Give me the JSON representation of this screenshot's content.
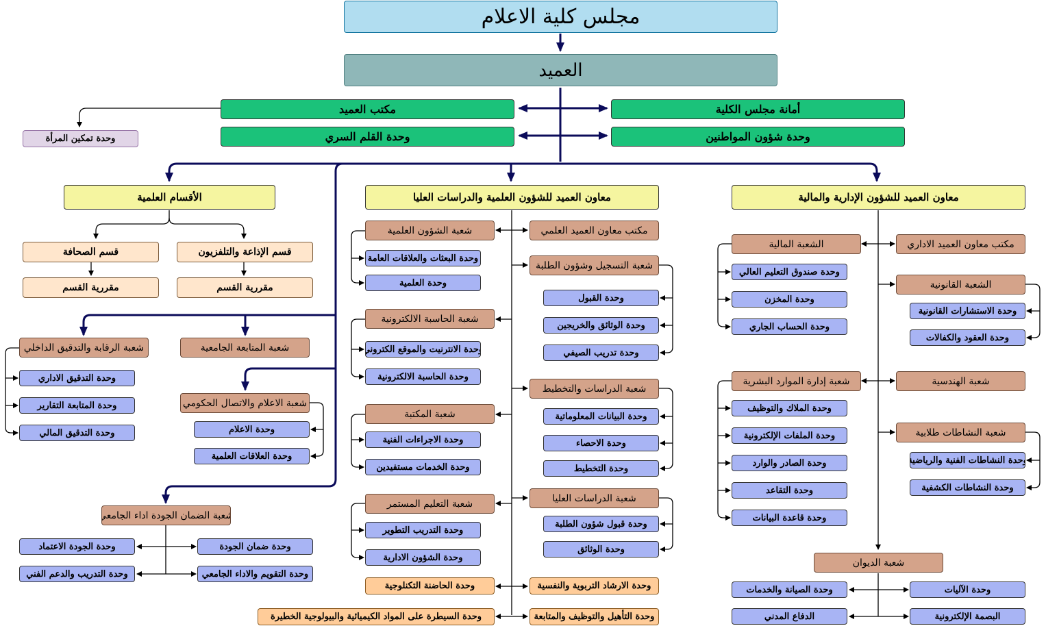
{
  "council": "مجلس كلية الاعلام",
  "dean": "العميد",
  "dean_office": "مكتب العميد",
  "council_secretariat": "أمانة مجلس الكلية",
  "confidential_unit": "وحدة القلم السري",
  "citizens_unit": "وحدة شؤون المواطنين",
  "women_unit": "وحدة تمكين المرأة",
  "scientific_depts": {
    "title": "الأقسام العلمية",
    "journalism": "قسم الصحافة",
    "broadcasting": "قسم الإذاعة والتلفزيون",
    "rapporteur": "مقررية القسم"
  },
  "sci_affairs": {
    "title": "معاون العميد للشؤون العلمية والدراسات العليا",
    "sci_office": "مكتب معاون العميد العلمي",
    "sci_section": "شعبة الشؤون العلمية",
    "sci_units": [
      "وحدة البعثات والعلاقات العامة",
      "وحدة العلمية"
    ],
    "registration": "شعبة التسجيل وشؤون الطلبة",
    "registration_units": [
      "وحدة القبول",
      "وحدة الوثائق والخريجين",
      "وحدة تدريب الصيفي"
    ],
    "computer": "شعبة الحاسبة الالكترونية",
    "computer_units": [
      "وحدة الانترنيت والموقع الكتروني",
      "وحدة الحاسبة الالكترونية"
    ],
    "studies": "شعبة الدراسات والتخطيط",
    "studies_units": [
      "وحدة البيانات المعلوماتية",
      "وحدة الاحصاء",
      "وحدة التخطيط"
    ],
    "library": "شعبة المكتبة",
    "library_units": [
      "وحدة الاجراءات الفنية",
      "وحدة الخدمات مستفيدين"
    ],
    "continuing": "شعبة التعليم المستمر",
    "continuing_units": [
      "وحدة التدريب التطوير",
      "وحدة الشؤون الادارية"
    ],
    "graduate": "شعبة الدراسات العليا",
    "graduate_units": [
      "وحدة قبول شؤون الطلبة",
      "وحدة الوثائق"
    ],
    "incubator": "وحدة الحاضنة التكنلوجية",
    "counseling": "وحدة الارشاد التربوية والنفسية",
    "rehab": "وحدة التأهيل والتوظيف والمتابعة",
    "hazard": "وحدة السيطرة على المواد الكيميائية والبيولوجية الخطيرة"
  },
  "left": {
    "followup": "شعبة المتابعة الجامعية",
    "audit": "شعبة الرقابة والتدقيق الداخلي",
    "audit_units": [
      "وحدة التدقيق الاداري",
      "وحدة المتابعة التقارير",
      "وحدة التدقيق المالي"
    ],
    "media": "شعبة الاعلام والاتصال الحكومي",
    "media_units": [
      "وحدة الاعلام",
      "وحدة العلاقات العلمية"
    ],
    "quality": "شعبة الضمان الجودة اداء الجامعي",
    "quality_units": [
      "وحدة ضمان الجودة",
      "وحدة الجودة الاعتماد",
      "وحدة التقويم والاداء الجامعي",
      "وحدة التدريب والدعم الفني"
    ]
  },
  "admin": {
    "title": "معاون العميد للشؤون الإدارية والمالية",
    "office": "مكتب معاون العميد الاداري",
    "finance": "الشعبة المالية",
    "finance_units": [
      "وحدة صندوق التعليم العالي",
      "وحدة المخزن",
      "وحدة الحساب الجاري"
    ],
    "legal": "الشعبة القانونية",
    "legal_units": [
      "وحدة الاستشارات القانونية",
      "وحدة العقود والكفالات"
    ],
    "engineering": "شعبة الهندسية",
    "hr": "شعبة إدارة الموارد البشرية",
    "hr_units": [
      "وحدة الملاك والتوظيف",
      "وحدة الملفات الإلكترونية",
      "وحدة الصادر والوارد",
      "وحدة التقاعد",
      "وحدة قاعدة البيانات"
    ],
    "activities": "شعبة النشاطات طلابية",
    "activities_units": [
      "وحدة النشاطات الفنية والرياضية",
      "وحدة النشاطات الكشفية"
    ],
    "diwan": "شعبة الديوان",
    "diwan_units": [
      "وحدة الآليات",
      "وحدة الصيانة والخدمات",
      "البصمة الإلكترونية",
      "الدفاع المدني"
    ]
  }
}
